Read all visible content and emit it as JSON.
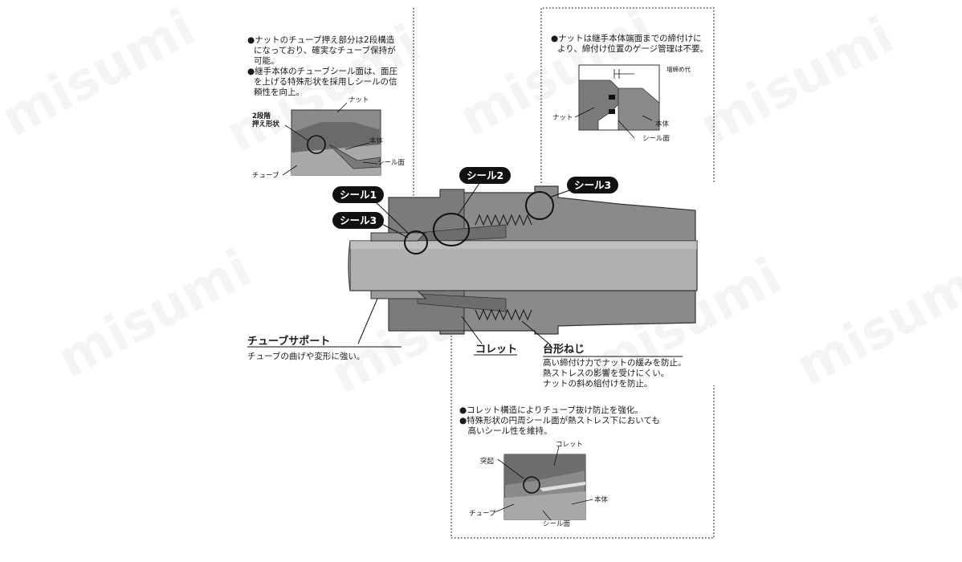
{
  "watermark": "misumi",
  "colors": {
    "body": "#8a8a8a",
    "dark": "#555555",
    "tube": "#b0b0b0",
    "ink": "#111111"
  },
  "seal_labels": {
    "seal1": "シール1",
    "seal2": "シール2",
    "seal3_left": "シール3",
    "seal3_right": "シール3"
  },
  "top_left": {
    "lines": [
      "●ナットのチューブ押え部分は2段構造",
      "になっており、確実なチューブ保持が",
      "可能。",
      "●継手本体のチューブシール面は、面圧",
      "を上げる特殊形状を採用しシールの信",
      "頼性を向上。"
    ],
    "inset": {
      "nut": "ナット",
      "step_line1": "2段階",
      "step_line2": "押え形状",
      "body": "本体",
      "seal_surface": "シール面",
      "tube": "チューブ"
    }
  },
  "top_right": {
    "lines": [
      "●ナットは継手本体端面までの締付けに",
      "より、締付け位置のゲージ管理は不要。"
    ],
    "inset": {
      "tighten": "増締め代",
      "nut": "ナット",
      "body": "本体",
      "seal_surface": "シール面"
    }
  },
  "tube_support": {
    "title": "チューブサポート",
    "desc": "チューブの曲げや変形に強い。"
  },
  "collet": {
    "title": "コレット"
  },
  "trapezoid": {
    "title": "台形ねじ",
    "lines": [
      "高い締付け力でナットの緩みを防止。",
      "熱ストレスの影響を受けにくい。",
      "ナットの斜め組付けを防止。"
    ]
  },
  "bottom": {
    "lines": [
      "●コレット構造によりチューブ抜け防止を強化。",
      "●特殊形状の円周シール面が熱ストレス下においても",
      "　高いシール性を維持。"
    ],
    "inset": {
      "collet": "コレット",
      "protrusion": "突起",
      "body": "本体",
      "tube": "チューブ",
      "seal_surface": "シール面"
    }
  }
}
